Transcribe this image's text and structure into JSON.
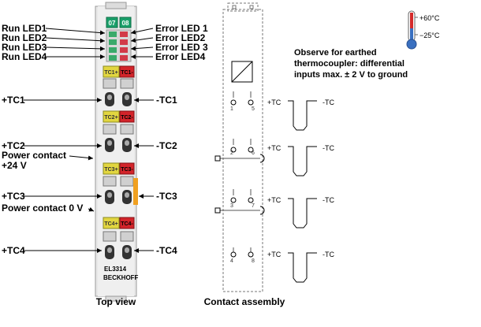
{
  "left_labels": {
    "run_led1": "Run LED1",
    "run_led2": "Run LED2",
    "run_led3": "Run LED3",
    "run_led4": "Run LED4",
    "tc1_plus": "+TC1",
    "tc2_plus": "+TC2",
    "power_contact_24v_line1": "Power contact",
    "power_contact_24v_line2": "+24 V",
    "tc3_plus": "+TC3",
    "power_contact_0v": "Power contact 0 V",
    "tc4_plus": "+TC4"
  },
  "right_labels": {
    "error_led1": "Error LED 1",
    "error_led2": "Error LED2",
    "error_led3": "Error LED 3",
    "error_led4": "Error LED4",
    "tc1_minus": "-TC1",
    "tc2_minus": "-TC2",
    "tc3_minus": "-TC3",
    "tc4_minus": "-TC4"
  },
  "terminal": {
    "led_top_left": "07",
    "led_top_right": "08",
    "tags": [
      {
        "plus": "TC1+",
        "minus": "TC1-"
      },
      {
        "plus": "TC2+",
        "minus": "TC2-"
      },
      {
        "plus": "TC3+",
        "minus": "TC3-"
      },
      {
        "plus": "TC4+",
        "minus": "TC4-"
      }
    ],
    "model": "EL3314",
    "brand": "BECKHOFF"
  },
  "captions": {
    "top_view": "Top view",
    "contact_assembly": "Contact assembly"
  },
  "temperature": {
    "max": "+60°C",
    "min": "−25°C"
  },
  "note": {
    "line1": "Observe for earthed",
    "line2": "thermocoupler: differential",
    "line3": "inputs max. ± 2 V to ground"
  },
  "contacts": {
    "pins": [
      "1",
      "5",
      "2",
      "6",
      "3",
      "7",
      "4",
      "8"
    ]
  },
  "tc_labels": {
    "plus": "+TC",
    "minus": "-TC"
  },
  "colors": {
    "green_led": "#1aa06a",
    "yellow_tag": "#e2d640",
    "red_tag": "#d3242a",
    "orange_bar": "#f0a020",
    "housing": "#e4e4e4"
  }
}
